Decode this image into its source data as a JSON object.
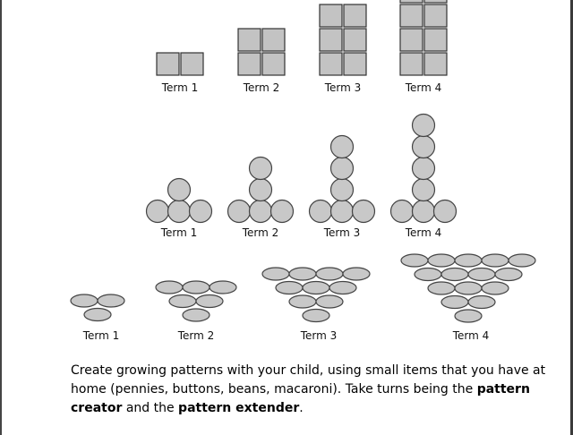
{
  "rows": [
    {
      "name": "squares-row",
      "shape": "square",
      "fill_color": "#c3c3c3",
      "stroke_color": "#333333",
      "terms": [
        {
          "label": "Term 1",
          "columns": 2,
          "rows": 1
        },
        {
          "label": "Term 2",
          "columns": 2,
          "rows": 2
        },
        {
          "label": "Term 3",
          "columns": 2,
          "rows": 3
        },
        {
          "label": "Term 4",
          "columns": 2,
          "rows": 4
        }
      ]
    },
    {
      "name": "circles-row",
      "shape": "circle",
      "fill_color": "#c8c8c8",
      "stroke_color": "#444444",
      "terms": [
        {
          "label": "Term 1",
          "base": 3,
          "stack": 1
        },
        {
          "label": "Term 2",
          "base": 3,
          "stack": 2
        },
        {
          "label": "Term 3",
          "base": 3,
          "stack": 3
        },
        {
          "label": "Term 4",
          "base": 3,
          "stack": 4
        }
      ]
    },
    {
      "name": "ovals-row",
      "shape": "oval",
      "fill_color": "#c8c8c8",
      "stroke_color": "#444444",
      "terms": [
        {
          "label": "Term 1",
          "rows": [
            2,
            1
          ]
        },
        {
          "label": "Term 2",
          "rows": [
            3,
            2,
            1
          ]
        },
        {
          "label": "Term 3",
          "rows": [
            4,
            3,
            2,
            1
          ]
        },
        {
          "label": "Term 4",
          "rows": [
            5,
            4,
            3,
            2,
            1
          ]
        }
      ]
    }
  ],
  "caption": {
    "part1": "Create growing patterns with your child, using small items that you have at home (pennies, buttons, beans, macaroni). Take turns being the ",
    "bold1": "pattern creator",
    "part2": " and the ",
    "bold2": "pattern extender",
    "part3": "."
  }
}
